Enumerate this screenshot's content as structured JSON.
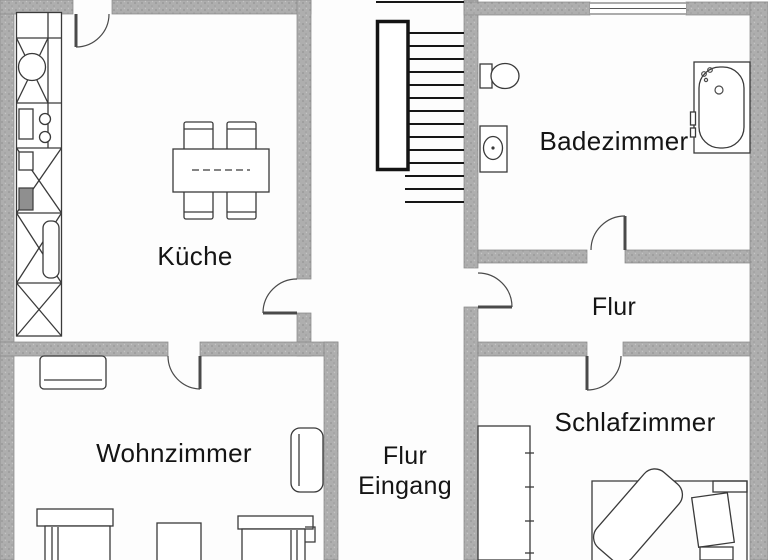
{
  "rooms": {
    "kueche": {
      "label": "Küche"
    },
    "badezimmer": {
      "label": "Badezimmer"
    },
    "flur": {
      "label": "Flur"
    },
    "wohnzimmer": {
      "label": "Wohnzimmer"
    },
    "flur_eingang": {
      "line1": "Flur",
      "line2": "Eingang"
    },
    "schlafzimmer": {
      "label": "Schlafzimmer"
    }
  },
  "fixtures": {
    "kueche": [
      "kitchen-counter",
      "kitchen-sink",
      "stove",
      "dining-table",
      "four-chairs"
    ],
    "badezimmer": [
      "toilet",
      "washbasin",
      "bathtub"
    ],
    "wohnzimmer": [
      "sideboard",
      "armchair",
      "sofa-chair-left",
      "side-table",
      "sofa-chair-right"
    ],
    "schlafzimmer": [
      "wardrobe",
      "bed",
      "nightstand"
    ],
    "stairwell": [
      "staircase"
    ]
  },
  "colors": {
    "wall_fill": "#aeaeae",
    "wall_speckle": "#949494",
    "line": "#3a3a3a",
    "stairs_line": "#161616",
    "background": "#fdfdfd",
    "text": "#141414"
  }
}
